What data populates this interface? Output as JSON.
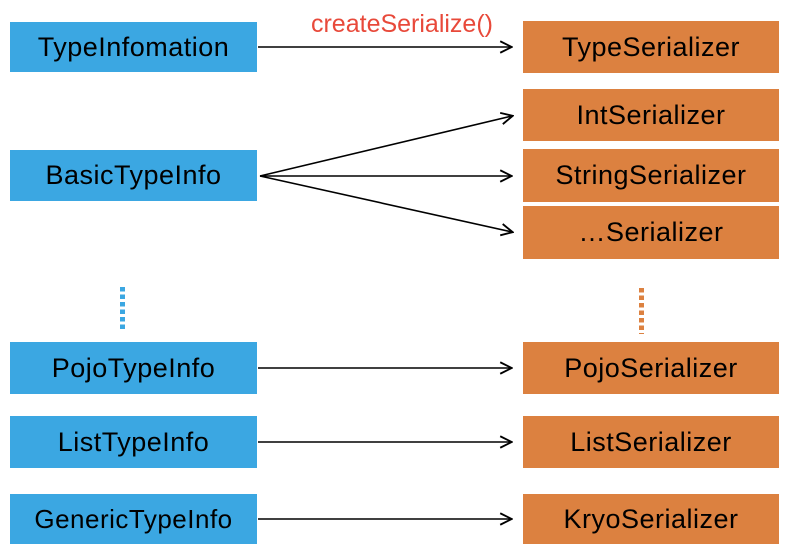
{
  "colors": {
    "box_blue": "#3BA7E2",
    "box_orange": "#DC8140",
    "label_red": "#E8493A",
    "arrow": "#000000",
    "text": "#000000"
  },
  "annotation": {
    "method_call": "createSerialize()"
  },
  "boxes": {
    "left": [
      "TypeInfomation",
      "BasicTypeInfo",
      "PojoTypeInfo",
      "ListTypeInfo",
      "GenericTypeInfo"
    ],
    "right": [
      "TypeSerializer",
      "IntSerializer",
      "StringSerializer",
      "…Serializer",
      "PojoSerializer",
      "ListSerializer",
      "KryoSerializer"
    ]
  },
  "edges": [
    {
      "from": "TypeInfomation",
      "to": "TypeSerializer",
      "label": "createSerialize()"
    },
    {
      "from": "BasicTypeInfo",
      "to": "IntSerializer",
      "label": ""
    },
    {
      "from": "BasicTypeInfo",
      "to": "StringSerializer",
      "label": ""
    },
    {
      "from": "BasicTypeInfo",
      "to": "…Serializer",
      "label": ""
    },
    {
      "from": "PojoTypeInfo",
      "to": "PojoSerializer",
      "label": ""
    },
    {
      "from": "ListTypeInfo",
      "to": "ListSerializer",
      "label": ""
    },
    {
      "from": "GenericTypeInfo",
      "to": "KryoSerializer",
      "label": ""
    }
  ],
  "ellipsis": {
    "left_dot_count": 6,
    "right_dot_count": 6
  }
}
